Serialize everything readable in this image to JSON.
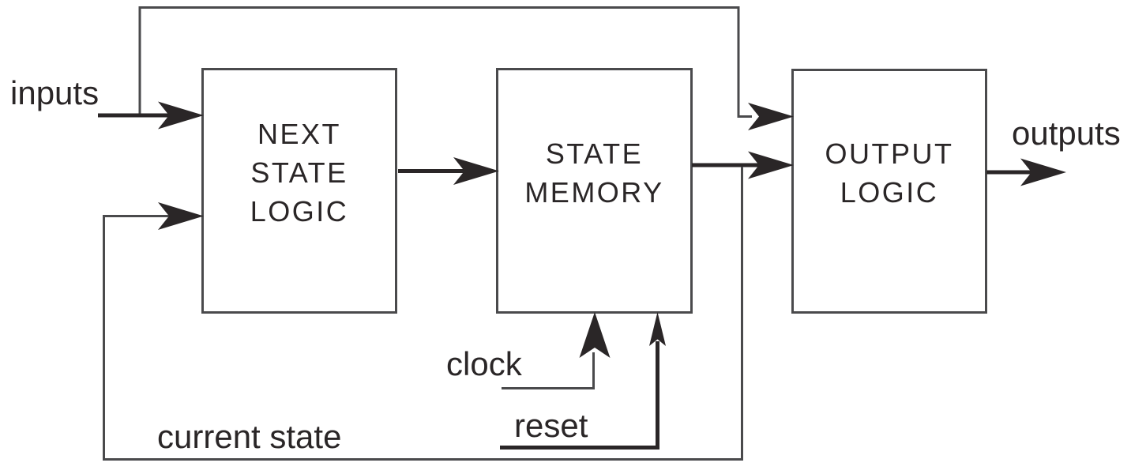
{
  "diagram": {
    "title": "finite-state-machine-block-diagram",
    "boxes": [
      {
        "id": "next-state-logic",
        "lines": [
          "NEXT",
          "STATE",
          "LOGIC"
        ]
      },
      {
        "id": "state-memory",
        "lines": [
          "STATE",
          "MEMORY"
        ]
      },
      {
        "id": "output-logic",
        "lines": [
          "OUTPUT",
          "LOGIC"
        ]
      }
    ],
    "labels": {
      "inputs": "inputs",
      "outputs": "outputs",
      "clock": "clock",
      "reset": "reset",
      "current_state": "current state"
    },
    "connections": [
      "inputs -> next-state-logic",
      "inputs -> output-logic (bypass over top)",
      "next-state-logic -> state-memory",
      "state-memory -> output-logic",
      "output-logic -> outputs",
      "clock -> state-memory",
      "reset -> state-memory",
      "state-memory -> current state -> next-state-logic (feedback)"
    ],
    "colors": {
      "background": "#ffffff",
      "thin_line": "#4a4a4c",
      "thick_line": "#2a2627",
      "text": "#2a2627"
    }
  }
}
